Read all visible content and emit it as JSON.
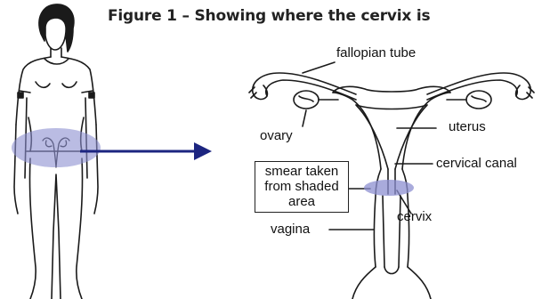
{
  "figure": {
    "title": "Figure 1 – Showing where the cervix is"
  },
  "labels": {
    "fallopian_tube": "fallopian tube",
    "ovary": "ovary",
    "uterus": "uterus",
    "cervical_canal": "cervical canal",
    "cervix": "cervix",
    "vagina": "vagina",
    "smear_note": "smear taken\nfrom shaded\narea"
  },
  "colors": {
    "highlight": "#8c8fd0",
    "arrow": "#1c2580",
    "line": "#1a1a1a"
  }
}
